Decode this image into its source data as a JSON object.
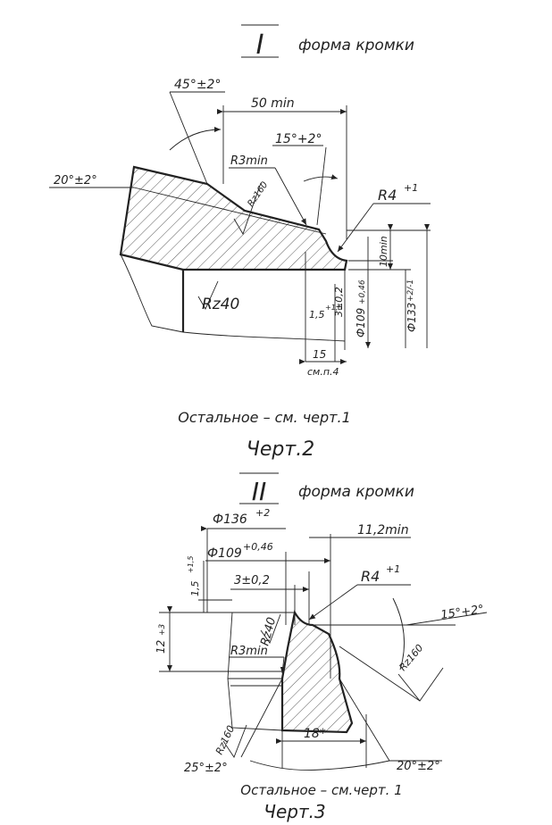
{
  "figure1": {
    "section_numeral": "I",
    "section_title": "форма кромки",
    "dims": {
      "angle_bevel": "45°±2°",
      "width_min": "50 min",
      "angle_edge": "15°+2°",
      "radius_min": "R3min",
      "angle_top": "20°±2°",
      "roughness_bevel": "Rz160",
      "radius_edge": "R4",
      "radius_edge_tol": "+1",
      "land_min": "10min",
      "roughness_body": "Rz40",
      "offset_a": "3±0,2",
      "offset_b": "1,5",
      "offset_b_tol": "+1,5",
      "diam_inner": "Ф109",
      "diam_inner_tol": "+0,46",
      "diam_outer": "Ф133",
      "diam_outer_tol": "+2/-1",
      "dim_15": "15",
      "ref_note": "см.п.4"
    },
    "note": "Остальное – см. черт.1",
    "caption": "Черт.2"
  },
  "figure2": {
    "section_numeral": "II",
    "section_title": "форма кромки",
    "dims": {
      "diam_outer": "Ф136",
      "diam_outer_tol": "+2",
      "width_min": "11,2min",
      "diam_inner": "Ф109",
      "diam_inner_tol": "+0,46",
      "offset_b": "1,5",
      "offset_b_tol": "+1,5",
      "offset_a": "3±0,2",
      "radius_edge": "R4",
      "radius_edge_tol": "+1",
      "angle_edge": "15°+2°",
      "height": "12",
      "height_tol": "+3",
      "roughness_face": "Rz40",
      "radius_min": "R3min",
      "roughness_bevel": "Rz160",
      "roughness_root": "Rz160",
      "angle_left": "25°±2°",
      "dim_18": "18*",
      "angle_right": "20°±2°"
    },
    "note": "Остальное – см.черт. 1",
    "caption": "Черт.3"
  }
}
